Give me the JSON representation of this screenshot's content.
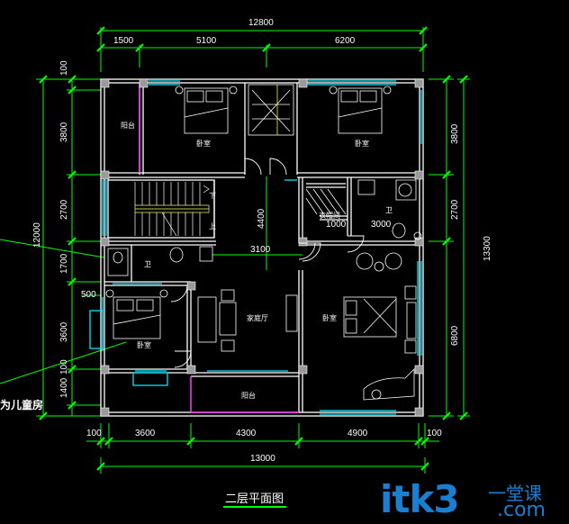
{
  "plan": {
    "title": "二层平面图",
    "annotation": "为儿童房"
  },
  "dimensions": {
    "top_total": "12800",
    "top_segments": [
      "1500",
      "5100",
      "6200"
    ],
    "left_total": "12000",
    "left_segments": [
      "100",
      "3800",
      "2700",
      "1700",
      "3600",
      "1400",
      "100"
    ],
    "right_segments": [
      "3800",
      "2700",
      "6800"
    ],
    "right_total": "13300",
    "bottom_segments": [
      "100",
      "3600",
      "4300",
      "4900",
      "100"
    ],
    "bottom_total": "13000",
    "misc_500": "500",
    "interior_4400": "4400",
    "interior_3100": "3100",
    "interior_1000": "1000",
    "interior_3000": "3000"
  },
  "rooms": {
    "balcony_top": "阳台",
    "bedroom_top_left": "卧室",
    "bedroom_top_right": "卧室",
    "stairs_down": "下",
    "stairs_up": "上",
    "closet": "衣帽间",
    "bath_right": "卫",
    "bath_left": "卫",
    "family_hall": "家庭厅",
    "master_bedroom": "卧室",
    "bedroom_left": "卧室",
    "balcony_bottom": "阳台"
  },
  "watermark": {
    "logo": "itk3",
    "cn": "一堂课",
    "com": ".com"
  },
  "colors": {
    "background": "#000000",
    "dimension_line": "#00ff00",
    "wall": "#ffffff",
    "window": "#00e5ff",
    "balcony_rail": "#ff3cff",
    "column": "#a0a0a0",
    "door": "#ffff00",
    "watermark": "#1a7fd1"
  }
}
